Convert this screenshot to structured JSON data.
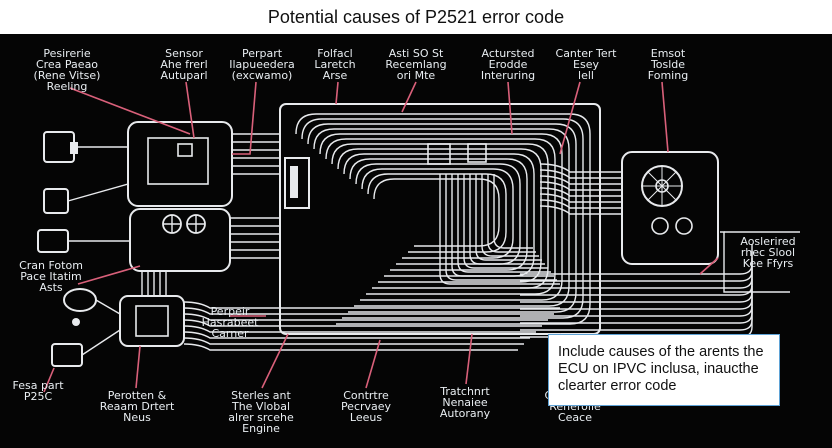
{
  "title": "Potential causes of P2521 error code",
  "labels": {
    "top_1": "Pesirerie\nCrea Paeao\n(Rene Vitse)\nReeling",
    "top_2": "Sensor\nAhe frerl\nAutuparl",
    "top_3": "Perpart\nIlapueedera\n(excwamo)",
    "top_4": "Folfacl\nLaretch\nArse",
    "top_5": "Asti SO St\nRecemlang\nori Mte",
    "top_6": "Actursted\nErodde\nInteruring",
    "top_7": "Canter Tert\nEsey\nlell",
    "top_8": "Emsot\nToslde\nFoming",
    "left_1": "Cran Fotom\nPace Itatim\nAsts",
    "left_2": "Fesa part\nP25C",
    "mid_1": "Perpeir\nHasrabeet\nCarner",
    "right_1": "Aoslerired\nrhec Slool\nKee Ffyrs",
    "bottom_1": "Perotten &\nReaam Drtert\nNeus",
    "bottom_2": "Sterles ant\nThe Vlobal\nalrer srcehe\nEngine",
    "bottom_3": "Contrtre\nPecrvaey\nLeeus",
    "bottom_4": "Tratchnrt\nNenaiee\nAutorany",
    "bottom_5": "Carer Wihe\nRenerolie\nCeace"
  },
  "note": "Include causes of the arents the\nECU on IPVC inclusa, inaucthe\nclearter error code",
  "colors": {
    "background": "#050505",
    "wire": "#e8eaed",
    "leader": "#d9607a",
    "note_border": "#5fa3d6"
  }
}
